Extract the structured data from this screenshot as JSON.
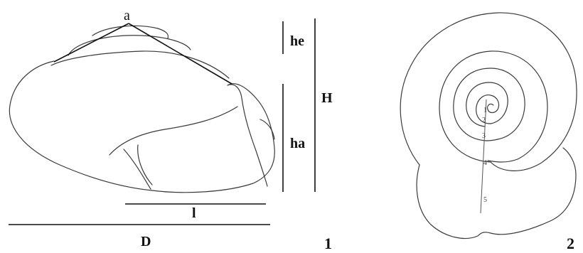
{
  "figure1": {
    "apex_label": "a",
    "spire_height_label": "he",
    "aperture_height_label": "ha",
    "shell_height_label": "H",
    "aperture_width_label": "l",
    "diameter_label": "D",
    "panel_number": "1"
  },
  "figure2": {
    "whorl_numbers": [
      "1",
      "2",
      "3",
      "4",
      "5"
    ],
    "panel_number": "2"
  }
}
